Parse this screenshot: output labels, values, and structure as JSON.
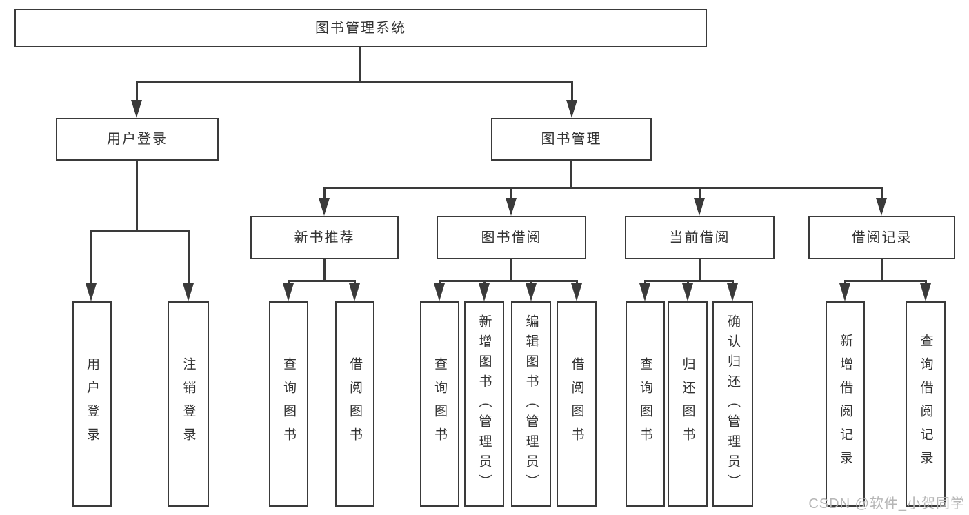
{
  "diagram": {
    "watermark": "CSDN @软件_小贺同学",
    "colors": {
      "line": "#3a3a3a",
      "box_border": "#3a3a3a",
      "box_bg": "#ffffff",
      "text": "#333333",
      "watermark": "#b6b6b6",
      "background": "#ffffff"
    },
    "nodes": [
      {
        "id": "library-system",
        "label": "图书管理系统",
        "orient": "h"
      },
      {
        "id": "user-login",
        "label": "用户登录",
        "orient": "h"
      },
      {
        "id": "book-management",
        "label": "图书管理",
        "orient": "h"
      },
      {
        "id": "new-book-recommend",
        "label": "新书推荐",
        "orient": "h"
      },
      {
        "id": "book-borrowing",
        "label": "图书借阅",
        "orient": "h"
      },
      {
        "id": "current-borrowing",
        "label": "当前借阅",
        "orient": "h"
      },
      {
        "id": "borrowing-records",
        "label": "借阅记录",
        "orient": "h"
      },
      {
        "id": "user-login-leaf",
        "label": "用户登录",
        "orient": "v"
      },
      {
        "id": "logout",
        "label": "注销登录",
        "orient": "v"
      },
      {
        "id": "recommend-query-books",
        "label": "查询图书",
        "orient": "v"
      },
      {
        "id": "recommend-borrow-books",
        "label": "借阅图书",
        "orient": "v"
      },
      {
        "id": "borrow-query-books",
        "label": "查询图书",
        "orient": "v"
      },
      {
        "id": "borrow-add-books-admin",
        "label": "新增图书（管理员）",
        "orient": "v"
      },
      {
        "id": "borrow-edit-books-admin",
        "label": "编辑图书（管理员）",
        "orient": "v"
      },
      {
        "id": "borrow-borrow-books",
        "label": "借阅图书",
        "orient": "v"
      },
      {
        "id": "current-query-books",
        "label": "查询图书",
        "orient": "v"
      },
      {
        "id": "current-return-books",
        "label": "归还图书",
        "orient": "v"
      },
      {
        "id": "current-confirm-return-admin",
        "label": "确认归还（管理员）",
        "orient": "v"
      },
      {
        "id": "records-add-record",
        "label": "新增借阅记录",
        "orient": "v"
      },
      {
        "id": "records-query-record",
        "label": "查询借阅记录",
        "orient": "v"
      }
    ],
    "edges": [
      {
        "from": "library-system",
        "to": "user-login"
      },
      {
        "from": "library-system",
        "to": "book-management"
      },
      {
        "from": "user-login",
        "to": "user-login-leaf"
      },
      {
        "from": "user-login",
        "to": "logout"
      },
      {
        "from": "book-management",
        "to": "new-book-recommend"
      },
      {
        "from": "book-management",
        "to": "book-borrowing"
      },
      {
        "from": "book-management",
        "to": "current-borrowing"
      },
      {
        "from": "book-management",
        "to": "borrowing-records"
      },
      {
        "from": "new-book-recommend",
        "to": "recommend-query-books"
      },
      {
        "from": "new-book-recommend",
        "to": "recommend-borrow-books"
      },
      {
        "from": "book-borrowing",
        "to": "borrow-query-books"
      },
      {
        "from": "book-borrowing",
        "to": "borrow-add-books-admin"
      },
      {
        "from": "book-borrowing",
        "to": "borrow-edit-books-admin"
      },
      {
        "from": "book-borrowing",
        "to": "borrow-borrow-books"
      },
      {
        "from": "current-borrowing",
        "to": "current-query-books"
      },
      {
        "from": "current-borrowing",
        "to": "current-return-books"
      },
      {
        "from": "current-borrowing",
        "to": "current-confirm-return-admin"
      },
      {
        "from": "borrowing-records",
        "to": "records-add-record"
      },
      {
        "from": "borrowing-records",
        "to": "records-query-record"
      }
    ]
  }
}
